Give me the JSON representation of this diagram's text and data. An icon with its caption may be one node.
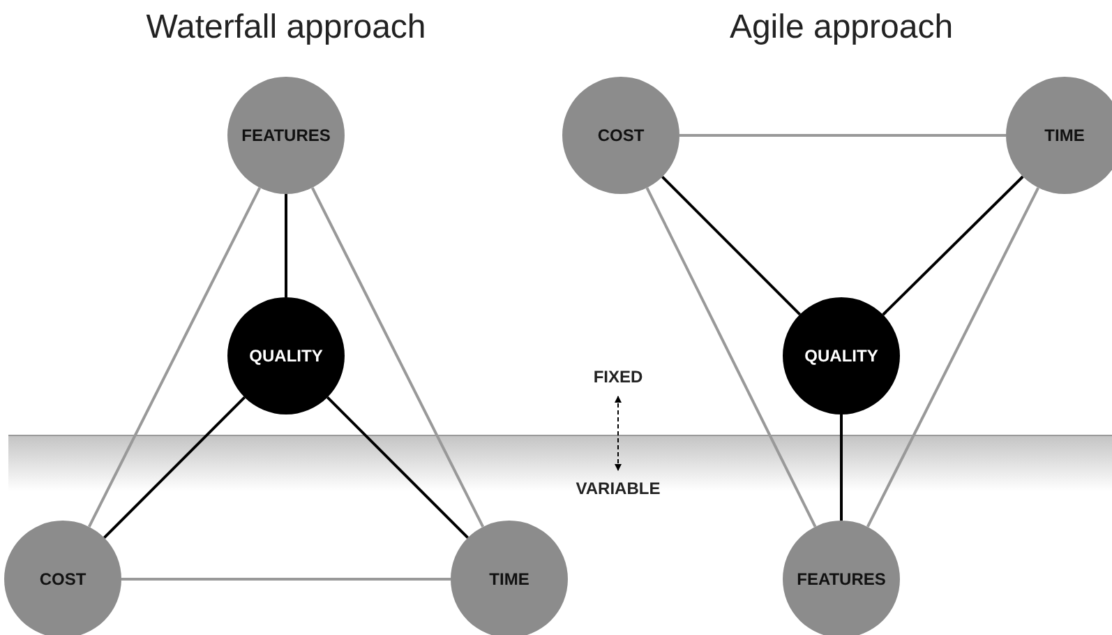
{
  "diagram": {
    "nodes": [
      {
        "text": [
          "FEATURES"
        ]
      },
      {
        "text": [
          "QUALITY"
        ]
      },
      {
        "text": [
          "COST"
        ]
      },
      {
        "text": [
          "TIME"
        ]
      },
      {
        "text": [
          "COST"
        ]
      },
      {
        "text": [
          "TIME"
        ]
      },
      {
        "text": [
          "QUALITY"
        ]
      },
      {
        "text": [
          "FEATURES"
        ]
      }
    ],
    "edges": [
      {
        "from": 0,
        "to": 1,
        "arrow": "none",
        "color": "#000000"
      },
      {
        "from": 1,
        "to": 2,
        "arrow": "none",
        "color": "#000000"
      },
      {
        "from": 1,
        "to": 3,
        "arrow": "none",
        "color": "#000000"
      },
      {
        "from": 0,
        "to": 2,
        "arrow": "none",
        "color": "#999999"
      },
      {
        "from": 0,
        "to": 3,
        "arrow": "none",
        "color": "#999999"
      },
      {
        "from": 2,
        "to": 3,
        "arrow": "none",
        "color": "#999999"
      },
      {
        "from": 4,
        "to": 5,
        "arrow": "none",
        "color": "#999999"
      },
      {
        "from": 4,
        "to": 6,
        "arrow": "none",
        "color": "#000000"
      },
      {
        "from": 5,
        "to": 6,
        "arrow": "none",
        "color": "#000000"
      },
      {
        "from": 6,
        "to": 7,
        "arrow": "none",
        "color": "#000000"
      },
      {
        "from": 4,
        "to": 7,
        "arrow": "none",
        "color": "#999999"
      },
      {
        "from": 5,
        "to": 7,
        "arrow": "none",
        "color": "#999999"
      }
    ],
    "labels": [
      "Waterfall approach",
      "Agile approach",
      "FIXED",
      "VARIABLE"
    ]
  }
}
